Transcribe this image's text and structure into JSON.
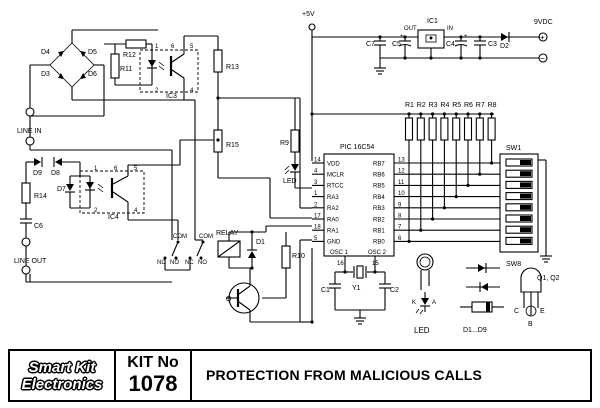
{
  "supply": {
    "vcc": "+5V",
    "vin": "9VDC",
    "plus": "+",
    "minus": "−"
  },
  "labels": {
    "line_in": "LINE IN",
    "line_out": "LINE OUT",
    "relay": "RELAY",
    "led": "LED",
    "diode_range": "D1...D9",
    "transistors": "Q1, Q2",
    "pic": "PIC 16C54",
    "out": "OUT",
    "in": "IN",
    "ic1": "IC1",
    "ic3": "IC3",
    "ic4": "IC4",
    "sw1": "SW1",
    "sw8": "SW8",
    "y1": "Y1",
    "q": "Q",
    "com": "COM",
    "nc": "NC",
    "no": "NO"
  },
  "components": {
    "resistors": [
      "R1",
      "R2",
      "R3",
      "R4",
      "R5",
      "R6",
      "R7",
      "R8",
      "R9",
      "R10",
      "R11",
      "R12",
      "R13",
      "R14",
      "R15"
    ],
    "capacitors": [
      "C1",
      "C2",
      "C3",
      "C4",
      "C5",
      "C6",
      "C7"
    ],
    "diodes": [
      "D1",
      "D2",
      "D3",
      "D4",
      "D5",
      "D6",
      "D7",
      "D8",
      "D9"
    ]
  },
  "pic_pins": {
    "left": [
      {
        "num": "14",
        "name": "VDD"
      },
      {
        "num": "4",
        "name": "MCLR"
      },
      {
        "num": "3",
        "name": "RTCC"
      },
      {
        "num": "1",
        "name": "RA3"
      },
      {
        "num": "2",
        "name": "RA2"
      },
      {
        "num": "17",
        "name": "RA0"
      },
      {
        "num": "18",
        "name": "RA1"
      },
      {
        "num": "5",
        "name": "GND"
      }
    ],
    "right": [
      {
        "num": "13",
        "name": "RB7"
      },
      {
        "num": "12",
        "name": "RB6"
      },
      {
        "num": "11",
        "name": "RB5"
      },
      {
        "num": "10",
        "name": "RB4"
      },
      {
        "num": "9",
        "name": "RB3"
      },
      {
        "num": "8",
        "name": "RB2"
      },
      {
        "num": "7",
        "name": "RB1"
      },
      {
        "num": "6",
        "name": "RB0"
      }
    ],
    "osc1_num": "16",
    "osc1": "OSC 1",
    "osc2_num": "15",
    "osc2": "OSC 2"
  },
  "opto_pins": {
    "p1": "1",
    "p2": "2",
    "p4": "4",
    "p5": "5",
    "p6": "6"
  },
  "pinout": {
    "k": "K",
    "a": "A",
    "b": "B",
    "c": "C",
    "e": "E"
  },
  "footer": {
    "logo_line1": "Smart Kit",
    "logo_line2": "Electronics",
    "kit_label": "KIT No",
    "kit_number": "1078",
    "title": "PROTECTION FROM MALICIOUS CALLS"
  }
}
